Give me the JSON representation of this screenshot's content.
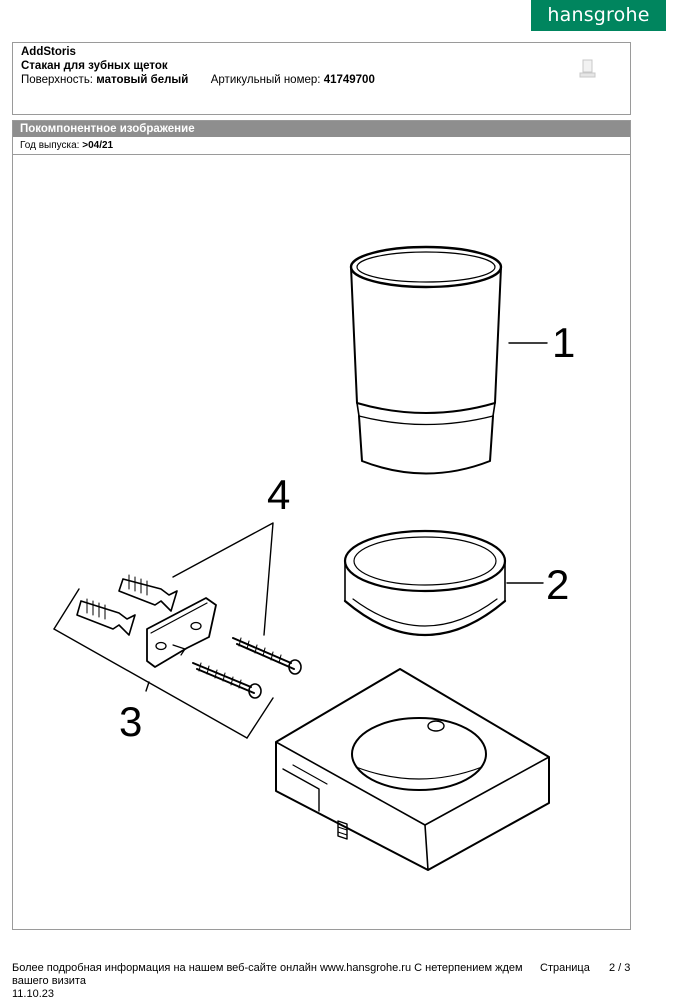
{
  "brand": {
    "logo_text": "hansgrohe",
    "color": "#00855e"
  },
  "product": {
    "name": "AddStoris",
    "description": "Стакан для зубных щеток",
    "surface_label": "Поверхность:",
    "surface_value": "матовый белый",
    "article_label": "Артикульный номер:",
    "article_value": "41749700"
  },
  "section": {
    "title": "Покомпонентное изображение",
    "year_label": "Год выпуска:",
    "year_value": ">04/21"
  },
  "parts": [
    "1",
    "2",
    "3",
    "4"
  ],
  "footer": {
    "info_text": "Более подробная информация на нашем веб-сайте онлайн  www.hansgrohe.ru  С нетерпением ждем",
    "info_cont": "вашего визита",
    "page_label": "Страница",
    "page_value": "2 / 3",
    "date": "11.10.23"
  }
}
